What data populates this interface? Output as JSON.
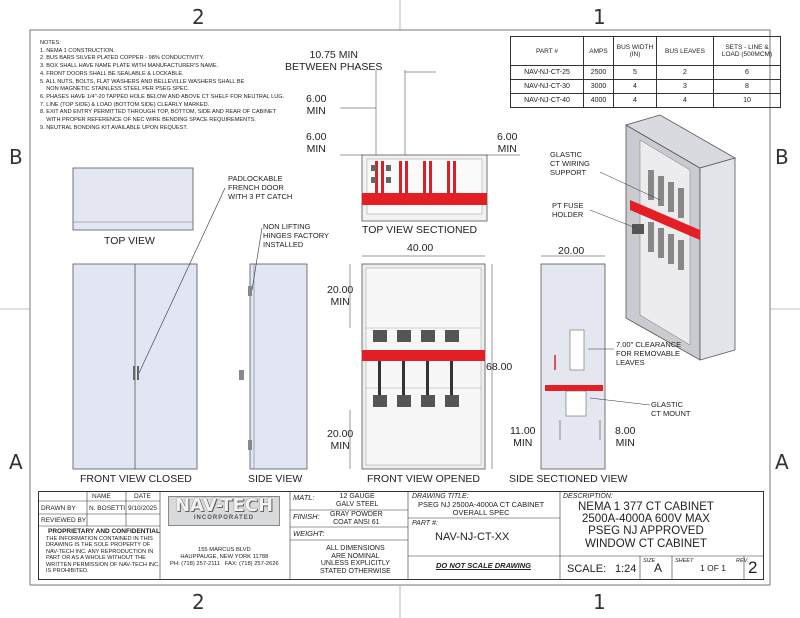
{
  "zones": {
    "top_left": "2",
    "top_right": "1",
    "bottom_left": "2",
    "bottom_right": "1",
    "left_upper": "B",
    "left_lower": "A",
    "right_upper": "B",
    "right_lower": "A"
  },
  "notes": [
    "NOTES:",
    "1. NEMA 1 CONSTRUCTION.",
    "2. BUS BARS SILVER PLATED COPPER - 98% CONDUCTIVITY.",
    "3. BOX SHALL HAVE NAME PLATE WITH MANUFACTURER'S NAME.",
    "4. FRONT DOORS SHALL BE SEALABLE & LOCKABLE.",
    "5. ALL NUTS, BOLTS, FLAT WASHERS AND BELLEVILLE WASHERS SHALL BE",
    "    NON MAGNETIC STAINLESS STEEL PER PSEG SPEC.",
    "6. PHASES HAVE 1/4\"-20 TAPPED HOLE BELOW AND ABOVE CT SHELF FOR NEUTRAL LUG.",
    "7. LINE (TOP SIDE) & LOAD (BOTTOM SIDE) CLEARLY MARKED.",
    "8. EXIT AND ENTRY PERMITTED THROUGH TOP, BOTTOM, SIDE AND REAR OF CABINET",
    "    WITH PROPER REFERENCE OF NEC WIRE BENDING SPACE REQUIREMENTS.",
    "9. NEUTRAL BONDING KIT AVAILABLE UPON REQUEST."
  ],
  "parts_table": {
    "headers": [
      "PART #",
      "AMPS",
      "BUS WIDTH (IN)",
      "BUS LEAVES",
      "SETS - LINE & LOAD (500MCM)"
    ],
    "rows": [
      [
        "NAV-NJ-CT-25",
        "2500",
        "5",
        "2",
        "6"
      ],
      [
        "NAV-NJ-CT-30",
        "3000",
        "4",
        "3",
        "8"
      ],
      [
        "NAV-NJ-CT-40",
        "4000",
        "4",
        "4",
        "10"
      ]
    ]
  },
  "views": {
    "top_view": "TOP VIEW",
    "front_closed": "FRONT VIEW CLOSED",
    "side_view": "SIDE VIEW",
    "top_sectioned": "TOP VIEW SECTIONED",
    "front_opened": "FRONT VIEW OPENED",
    "side_sectioned": "SIDE SECTIONED VIEW"
  },
  "callouts": {
    "padlock": "PADLOCKABLE\nFRENCH DOOR\nWITH 3 PT CATCH",
    "hinges": "NON LIFTING\nHINGES FACTORY\nINSTALLED",
    "glastic_support": "GLASTIC\nCT WIRING\nSUPPORT",
    "pt_fuse": "PT FUSE\nHOLDER",
    "clearance": "7.00\" CLEARANCE\nFOR REMOVABLE\nLEAVES",
    "glastic_mount": "GLASTIC\nCT MOUNT"
  },
  "dims": {
    "between_phases": "10.75 MIN\nBETWEEN PHASES",
    "top_6a": "6.00\nMIN",
    "top_6b": "6.00\nMIN",
    "top_6c": "6.00\nMIN",
    "width_40": "40.00",
    "top_20": "20.00\nMIN",
    "bottom_20": "20.00\nMIN",
    "height_68": "68.00",
    "depth_20": "20.00",
    "side_11": "11.00\nMIN",
    "side_8": "8.00\nMIN"
  },
  "title_block": {
    "name_hdr": "NAME",
    "date_hdr": "DATE",
    "drawn_by_lbl": "DRAWN BY",
    "drawn_by": "N. BOSETTI",
    "date": "9/10/2025",
    "reviewed_by_lbl": "REVIEWED BY",
    "prop_title": "PROPRIETARY AND CONFIDENTIAL",
    "prop_text": "THE INFORMATION CONTAINED IN THIS\nDRAWING IS THE SOLE PROPERTY OF\nNAV-TECH INC. ANY REPRODUCTION IN\nPART OR AS A WHOLE WITHOUT THE\nWRITTEN PERMISSION OF NAV-TECH INC.\nIS PROHIBITED.",
    "logo_main": "NAV-TECH",
    "logo_sub": "INCORPORATED",
    "address": "155 MARCUS BLVD\nHAUPPAUGE, NEW YORK 11788\nPH: (718) 257-2111   FAX: (718) 257-2626",
    "matl_lbl": "MATL:",
    "matl": "12 GAUGE\nGALV STEEL",
    "finish_lbl": "FINISH:",
    "finish": "GRAY POWDER\nCOAT ANSI 61",
    "weight_lbl": "WEIGHT:",
    "nominal": "ALL DIMENSIONS\nARE NOMINAL\nUNLESS EXPLICITLY\nSTATED OTHERWISE",
    "drawing_title_lbl": "DRAWING TITLE:",
    "drawing_title": "PSEG NJ 2500A-4000A CT CABINET\nOVERALL SPEC",
    "part_lbl": "PART #:",
    "part": "NAV-NJ-CT-XX",
    "do_not_scale": "DO NOT SCALE DRAWING",
    "description_lbl": "DESCRIPTION:",
    "description": "NEMA 1 377 CT CABINET\n2500A-4000A 600V MAX\nPSEG NJ APPROVED\nWINDOW CT CABINET",
    "scale_lbl": "SCALE:",
    "scale": "1:24",
    "size_lbl": "SIZE",
    "size": "A",
    "sheet_lbl": "SHEET",
    "sheet": "1 OF 1",
    "rev_lbl": "REV.",
    "rev": "2"
  }
}
